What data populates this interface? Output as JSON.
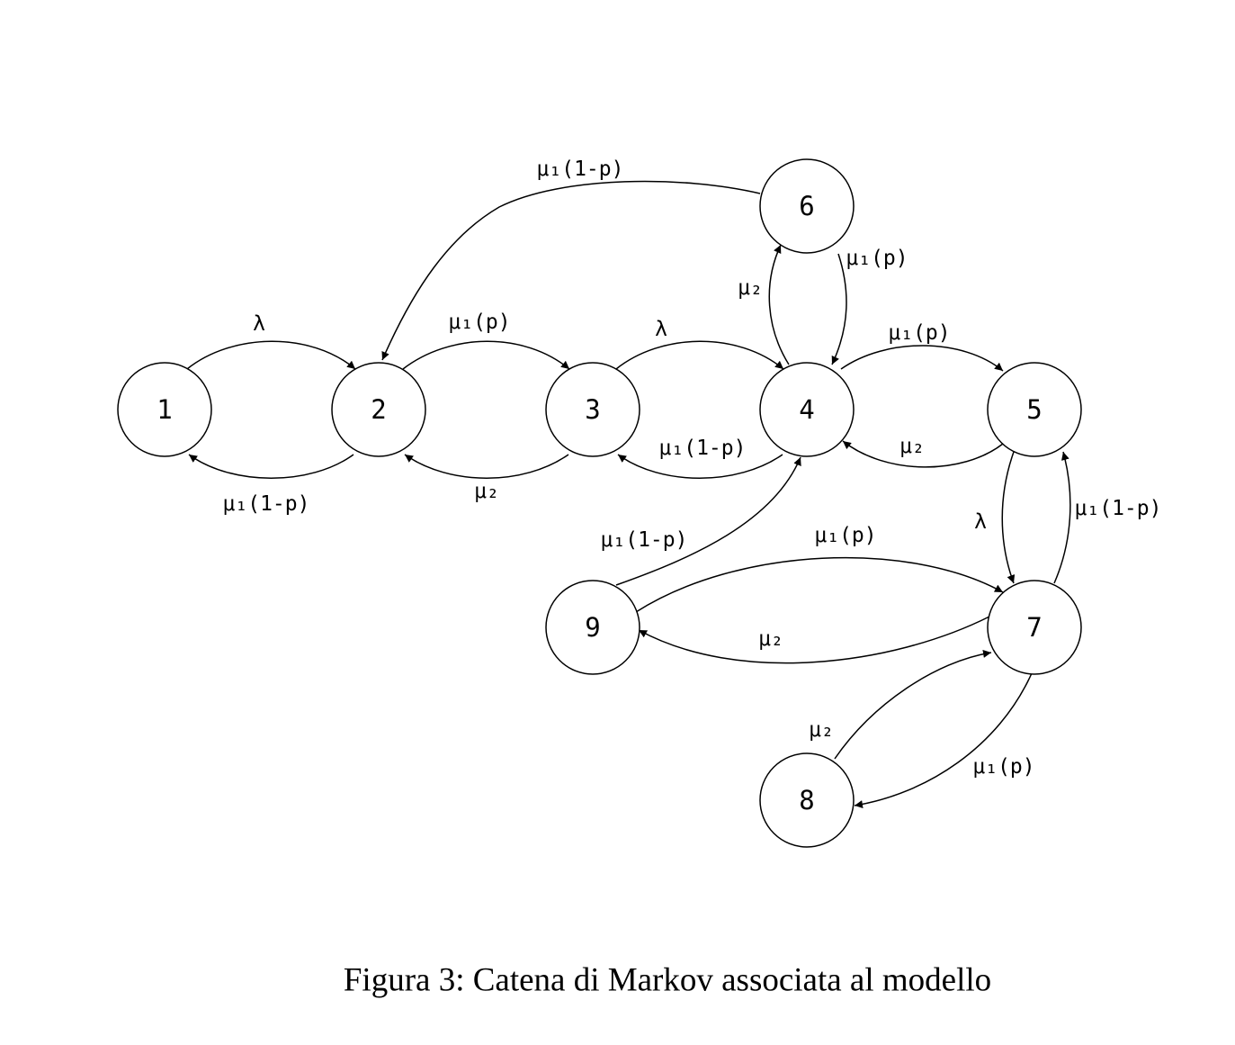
{
  "diagram": {
    "type": "markov-chain",
    "states": [
      {
        "id": "1",
        "label": "1"
      },
      {
        "id": "2",
        "label": "2"
      },
      {
        "id": "3",
        "label": "3"
      },
      {
        "id": "4",
        "label": "4"
      },
      {
        "id": "5",
        "label": "5"
      },
      {
        "id": "6",
        "label": "6"
      },
      {
        "id": "7",
        "label": "7"
      },
      {
        "id": "8",
        "label": "8"
      },
      {
        "id": "9",
        "label": "9"
      }
    ],
    "transitions": [
      {
        "from": "1",
        "to": "2",
        "label": "λ"
      },
      {
        "from": "2",
        "to": "1",
        "label": "μ₁(1-p)"
      },
      {
        "from": "2",
        "to": "3",
        "label": "μ₁(p)"
      },
      {
        "from": "3",
        "to": "2",
        "label": "μ₂"
      },
      {
        "from": "3",
        "to": "4",
        "label": "λ"
      },
      {
        "from": "4",
        "to": "3",
        "label": "μ₁(1-p)"
      },
      {
        "from": "4",
        "to": "5",
        "label": "μ₁(p)"
      },
      {
        "from": "5",
        "to": "4",
        "label": "μ₂"
      },
      {
        "from": "4",
        "to": "6",
        "label": "μ₂"
      },
      {
        "from": "6",
        "to": "4",
        "label": "μ₁(p)"
      },
      {
        "from": "6",
        "to": "2",
        "label": "μ₁(1-p)"
      },
      {
        "from": "5",
        "to": "7",
        "label": "λ"
      },
      {
        "from": "7",
        "to": "5",
        "label": "μ₁(1-p)"
      },
      {
        "from": "9",
        "to": "7",
        "label": "μ₁(p)"
      },
      {
        "from": "7",
        "to": "9",
        "label": "μ₂"
      },
      {
        "from": "9",
        "to": "4",
        "label": "μ₁(1-p)"
      },
      {
        "from": "8",
        "to": "7",
        "label": "μ₂"
      },
      {
        "from": "7",
        "to": "8",
        "label": "μ₁(p)"
      }
    ]
  },
  "caption": "Figura 3: Catena di Markov associata al modello"
}
